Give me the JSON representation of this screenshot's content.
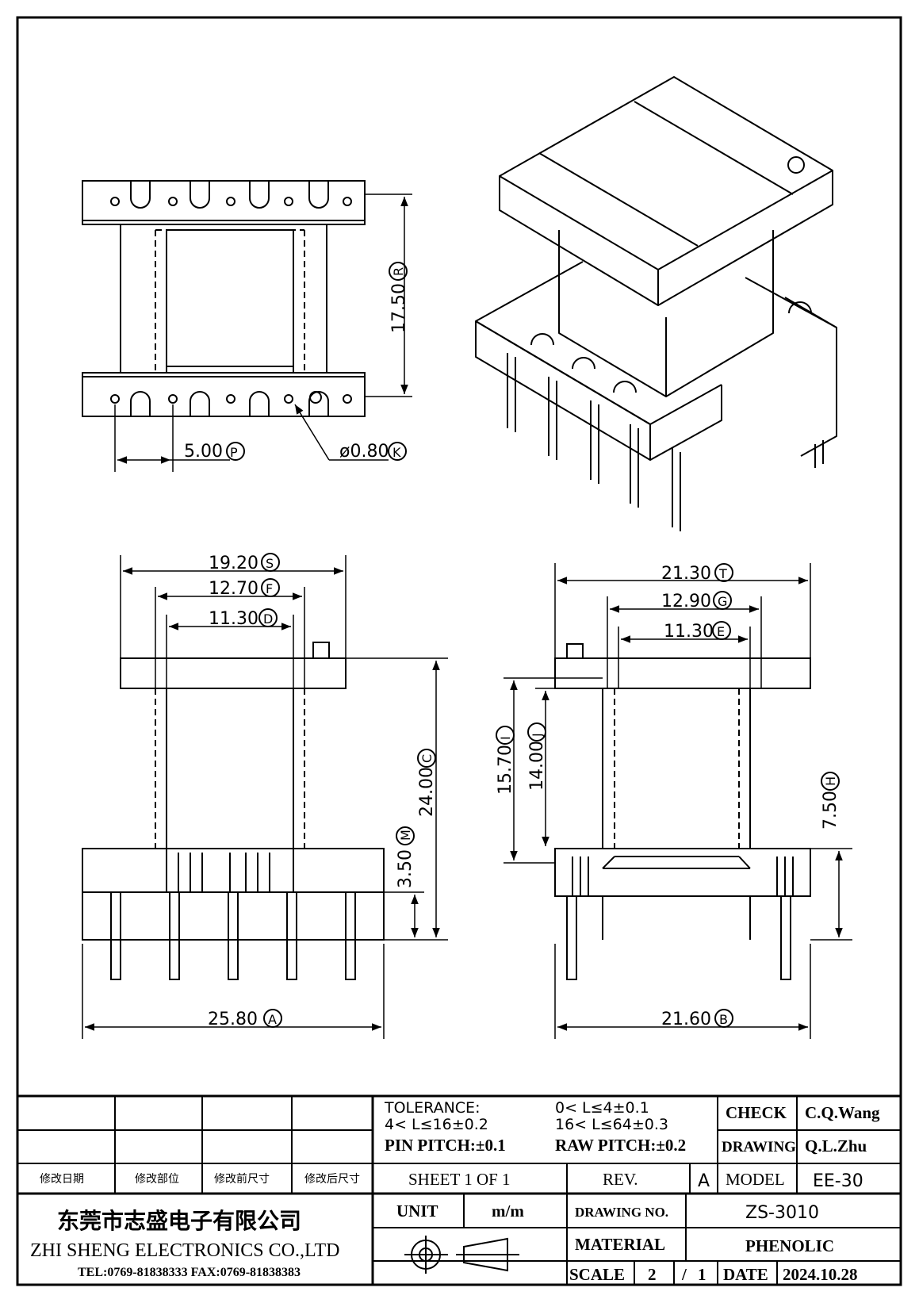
{
  "dimensions": {
    "pitch": "5.00",
    "pitch_tag": "P",
    "pin_dia": "ø0.80",
    "pin_dia_tag": "K",
    "height_top": "17.50",
    "height_top_tag": "R",
    "s": "19.20",
    "s_tag": "S",
    "f": "12.70",
    "f_tag": "F",
    "d": "11.30",
    "d_tag": "D",
    "c": "24.00",
    "c_tag": "C",
    "m": "3.50",
    "m_tag": "M",
    "a": "25.80",
    "a_tag": "A",
    "t": "21.30",
    "t_tag": "T",
    "g": "12.90",
    "g_tag": "G",
    "e": "11.30",
    "e_tag": "E",
    "i": "15.70",
    "i_tag": "I",
    "j": "14.00",
    "j_tag": "J",
    "h": "7.50",
    "h_tag": "H",
    "b": "21.60",
    "b_tag": "B"
  },
  "title_block": {
    "revision_headers": [
      "修改日期",
      "修改部位",
      "修改前尺寸",
      "修改后尺寸"
    ],
    "tolerance_label": "TOLERANCE:",
    "tol1": "0< L≤4±0.1",
    "tol2": "4< L≤16±0.2",
    "tol3": "16< L≤64±0.3",
    "pin_pitch": "PIN PITCH:±0.1",
    "raw_pitch": "RAW PITCH:±0.2",
    "check_label": "CHECK",
    "check_value": "C.Q.Wang",
    "drawing_label": "DRAWING",
    "drawing_value": "Q.L.Zhu",
    "sheet": "SHEET 1 OF 1",
    "rev_label": "REV.",
    "rev_value": "A",
    "model_label": "MODEL",
    "model_value": "EE-30",
    "company_cn": "东莞市志盛电子有限公司",
    "company_en": "ZHI SHENG  ELECTRONICS CO.,LTD",
    "contact": "TEL:0769-81838333 FAX:0769-81838383",
    "unit_label": "UNIT",
    "unit_value": "m/m",
    "drawing_no_label": "DRAWING NO.",
    "drawing_no_value": "ZS-3010",
    "material_label": "MATERIAL",
    "material_value": "PHENOLIC",
    "scale_label": "SCALE",
    "scale_num": "2",
    "scale_sep": "/",
    "scale_den": "1",
    "date_label": "DATE",
    "date_value": "2024.10.28"
  }
}
